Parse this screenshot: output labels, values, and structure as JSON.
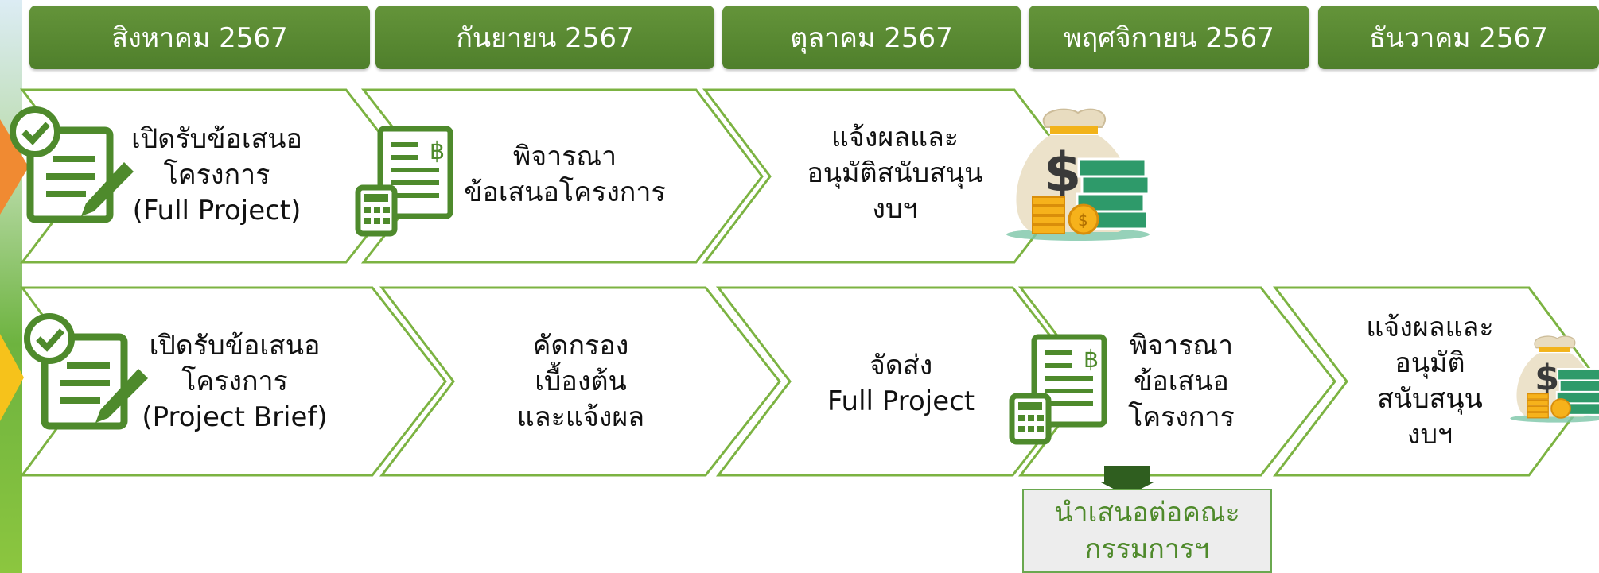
{
  "colors": {
    "header_green": "#5a8a32",
    "chevron_stroke": "#7cb342",
    "icon_green": "#4e8a2c",
    "note_text": "#4f8a2b"
  },
  "months": [
    "สิงหาคม 2567",
    "กันยายน 2567",
    "ตุลาคม 2567",
    "พฤศจิกายน 2567",
    "ธันวาคม 2567"
  ],
  "row1": {
    "step1": {
      "lines": [
        "เปิดรับข้อเสนอ",
        "โครงการ",
        "(Full Project)"
      ],
      "icon": "checklist-pencil-icon"
    },
    "step2": {
      "lines": [
        "พิจารณา",
        "ข้อเสนอโครงการ"
      ],
      "icon": "document-calculator-icon"
    },
    "step3": {
      "lines": [
        "แจ้งผลและ",
        "อนุมัติสนับสนุน",
        "งบฯ"
      ],
      "icon": "money-bag-icon"
    }
  },
  "row2": {
    "step1": {
      "lines": [
        "เปิดรับข้อเสนอ",
        "โครงการ",
        "(Project Brief)"
      ],
      "icon": "checklist-pencil-icon"
    },
    "step2": {
      "lines": [
        "คัดกรอง",
        "เบื้องต้น",
        "และแจ้งผล"
      ]
    },
    "step3": {
      "lines": [
        "จัดส่ง",
        "Full Project"
      ]
    },
    "step4": {
      "lines": [
        "พิจารณา",
        "ข้อเสนอ",
        "โครงการ"
      ],
      "icon": "document-calculator-icon"
    },
    "step5": {
      "lines": [
        "แจ้งผลและ",
        "อนุมัติ",
        "สนับสนุน",
        "งบฯ"
      ],
      "icon": "money-bag-icon"
    }
  },
  "note": {
    "lines": [
      "นำเสนอต่อคณะ",
      "กรรมการฯ"
    ]
  }
}
